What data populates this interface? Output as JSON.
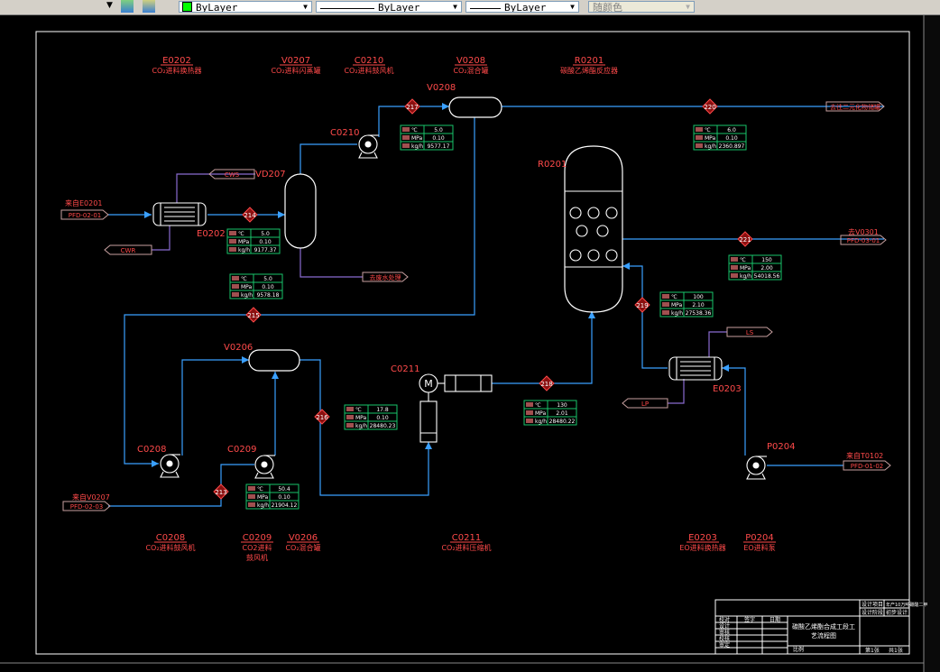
{
  "toolbar": {
    "color_value": "ByLayer",
    "linetype_value": "ByLayer",
    "lineweight_value": "ByLayer",
    "plotstyle_value": "随颜色"
  },
  "equipment_labels": [
    {
      "tag": "E0202",
      "desc": "CO₂进料换热器"
    },
    {
      "tag": "V0207",
      "desc": "CO₂进料闪蒸罐"
    },
    {
      "tag": "C0210",
      "desc": "CO₂进料鼓风机"
    },
    {
      "tag": "V0208",
      "desc": "CO₂混合罐"
    },
    {
      "tag": "R0201",
      "desc": "碳酸乙烯酯反应器"
    },
    {
      "tag": "C0208",
      "desc": "CO₂进料鼓风机"
    },
    {
      "tag": "C0209",
      "desc": "CO2进料\n鼓风机"
    },
    {
      "tag": "V0206",
      "desc": "CO₂混合罐"
    },
    {
      "tag": "C0211",
      "desc": "CO₂进料压缩机"
    },
    {
      "tag": "E0203",
      "desc": "EO进料换热器"
    },
    {
      "tag": "P0204",
      "desc": "EO进料泵"
    }
  ],
  "equipment_tags": {
    "v0208": "V0208",
    "c0210": "C0210",
    "vd207": "VD207",
    "e0202": "E0202",
    "r0201": "R0201",
    "v0206": "V0206",
    "c0211": "C0211",
    "e0203": "E0203",
    "c0208": "C0208",
    "c0209": "C0209",
    "p0204": "P0204"
  },
  "streams": [
    "217",
    "220",
    "214",
    "215",
    "221",
    "219",
    "216",
    "218",
    "213"
  ],
  "stream_tables": [
    {
      "id": "t217",
      "rows": [
        [
          "℃",
          "5.0"
        ],
        [
          "MPa",
          "0.10"
        ],
        [
          "kg/h",
          "9577.17"
        ]
      ]
    },
    {
      "id": "t220",
      "rows": [
        [
          "℃",
          "6.0"
        ],
        [
          "MPa",
          "0.10"
        ],
        [
          "kg/h",
          "2360.897"
        ]
      ]
    },
    {
      "id": "t214",
      "rows": [
        [
          "℃",
          "5.0"
        ],
        [
          "MPa",
          "0.10"
        ],
        [
          "kg/h",
          "9177.37"
        ]
      ]
    },
    {
      "id": "t215",
      "rows": [
        [
          "℃",
          "5.0"
        ],
        [
          "MPa",
          "0.10"
        ],
        [
          "kg/h",
          "9578.18"
        ]
      ]
    },
    {
      "id": "t221",
      "rows": [
        [
          "℃",
          "150"
        ],
        [
          "MPa",
          "2.00"
        ],
        [
          "kg/h",
          "54018.56"
        ]
      ]
    },
    {
      "id": "t219",
      "rows": [
        [
          "℃",
          "100"
        ],
        [
          "MPa",
          "2.10"
        ],
        [
          "kg/h",
          "27538.36"
        ]
      ]
    },
    {
      "id": "t216",
      "rows": [
        [
          "℃",
          "17.8"
        ],
        [
          "MPa",
          "0.10"
        ],
        [
          "kg/h",
          "28480.23"
        ]
      ]
    },
    {
      "id": "t218",
      "rows": [
        [
          "℃",
          "130"
        ],
        [
          "MPa",
          "2.01"
        ],
        [
          "kg/h",
          "28480.22"
        ]
      ]
    },
    {
      "id": "t213",
      "rows": [
        [
          "℃",
          "50.4"
        ],
        [
          "MPa",
          "0.10"
        ],
        [
          "kg/h",
          "21904.12"
        ]
      ]
    }
  ],
  "connectors": [
    {
      "id": "out-top",
      "text": "去往二元化物储罐"
    },
    {
      "id": "in-e0201-a",
      "text": "来自E0201"
    },
    {
      "id": "in-e0201-b",
      "text": "PFD-02-01"
    },
    {
      "id": "cw-in",
      "text": "CWS"
    },
    {
      "id": "cw-out",
      "text": "CWR"
    },
    {
      "id": "waste",
      "text": "去废水处理"
    },
    {
      "id": "out-v0301-a",
      "text": "去V0301"
    },
    {
      "id": "out-v0301-b",
      "text": "PFD-03-01"
    },
    {
      "id": "ls",
      "text": "LS"
    },
    {
      "id": "lp",
      "text": "LP"
    },
    {
      "id": "in-t0102-a",
      "text": "来自T0102"
    },
    {
      "id": "in-t0102-b",
      "text": "PFD-01-02"
    },
    {
      "id": "in-v0207-a",
      "text": "来自V0207"
    },
    {
      "id": "in-v0207-b",
      "text": "PFD-02-03"
    }
  ],
  "title_block": {
    "r1": [
      "校对",
      "签字",
      "日期"
    ],
    "r2": [
      "设计",
      "",
      ""
    ],
    "r3": [
      "审核",
      "",
      ""
    ],
    "r4": [
      "校核",
      "",
      ""
    ],
    "r5": [
      "审定",
      "",
      ""
    ],
    "drawing_name": "碳酸乙烯酯合成工段工\n艺流程图",
    "project": "设计项目",
    "project_val": "年产10万吨碳酸二甲",
    "stage": "设计阶段",
    "stage_val": "初步设计",
    "ratio": "比例",
    "sheet": "第1张",
    "total": "共1张"
  }
}
